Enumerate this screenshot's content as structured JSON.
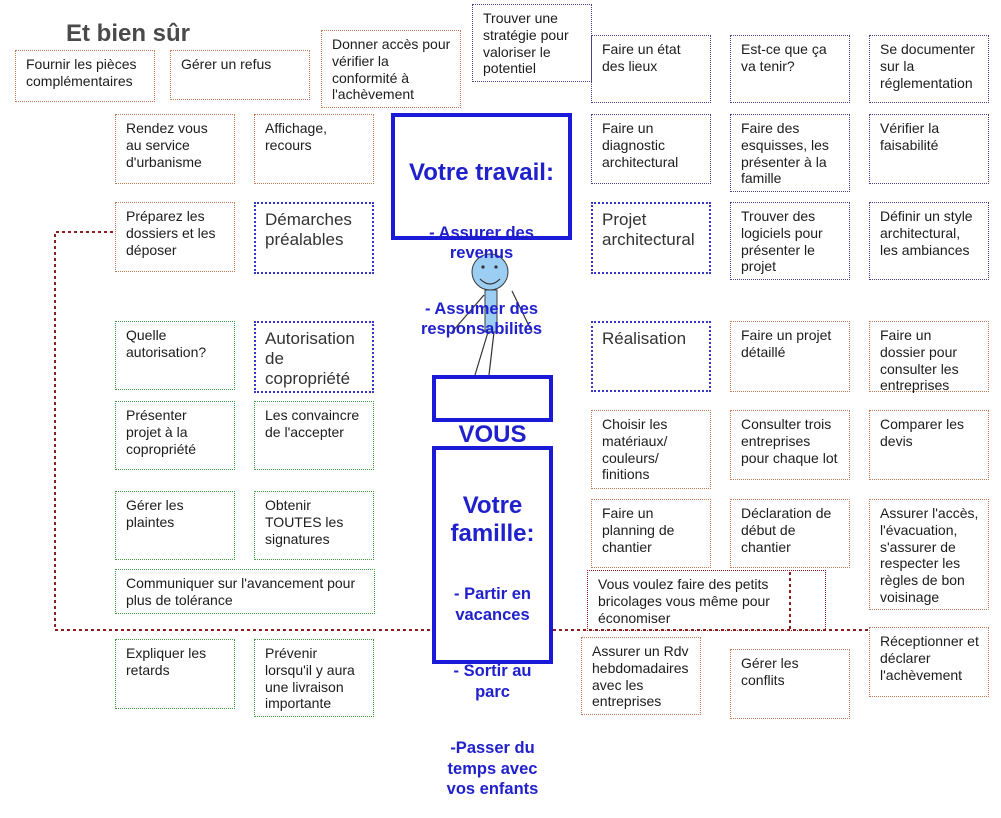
{
  "title": "Et bien sûr",
  "colors": {
    "brown": "#c47a55",
    "green": "#3c9c3c",
    "purple": "#4e3f8c",
    "section_blue": "#3535c8",
    "blue": "#1a1ad8",
    "text_blue": "#2020cc",
    "dark_red": "#8b1f1f",
    "figure_fill": "#9ccdf2",
    "title_gray": "#4a4a4a"
  },
  "center": {
    "work": {
      "heading": "Votre travail:",
      "items": [
        "- Assurer des\nrevenus",
        "- Assumer des\nresponsabilités"
      ]
    },
    "you": "VOUS",
    "family": {
      "heading": "Votre\nfamille:",
      "items": [
        "- Partir en\nvacances",
        "- Sortir au\nparc",
        "-Passer du\ntemps avec\nvos enfants"
      ]
    }
  },
  "demarches_prealables": {
    "label": "Démarches\npréalables",
    "tasks": {
      "fournir_pieces": "Fournir les pièces\ncomplémentaires",
      "gerer_refus": "Gérer un refus",
      "donner_acces": "Donner accès pour\nvérifier la\nconformité à\nl'achèvement",
      "rendez_vous_urbanisme": "Rendez vous\nau service\nd'urbanisme",
      "affichage_recours": "Affichage,\nrecours",
      "preparer_dossiers": "Préparez les\ndossiers et les\ndéposer"
    }
  },
  "autorisation_copropriete": {
    "label": "Autorisation\nde\ncopropriété",
    "tasks": {
      "quelle_autorisation": "Quelle\nautorisation?",
      "presenter_projet": "Présenter\nprojet à la\ncopropriété",
      "convaincre": "Les convaincre\nde l'accepter",
      "gerer_plaintes": "Gérer les\nplaintes",
      "obtenir_signatures": "Obtenir\nTOUTES les\nsignatures",
      "communiquer": "Communiquer sur l'avancement pour\nplus de tolérance",
      "expliquer_retards": "Expliquer les\nretards",
      "prevenir_livraison": "Prévenir\nlorsqu'il y aura\nune livraison\nimportante"
    }
  },
  "projet_architectural": {
    "label": "Projet\narchitectural",
    "tasks": {
      "trouver_strategie": "Trouver une\nstratégie pour\nvaloriser le\npotentiel",
      "etat_des_lieux": "Faire un état\ndes lieux",
      "va_tenir": "Est-ce que ça\nva tenir?",
      "documenter": "Se documenter\nsur la\nréglementation",
      "diagnostic": "Faire un\ndiagnostic\narchitectural",
      "esquisses": "Faire des\nesquisses, les\nprésenter à la\nfamille",
      "faisabilite": "Vérifier la\nfaisabilité",
      "logiciels": "Trouver des\nlogiciels pour\nprésenter le\nprojet",
      "style": "Définir un style\narchitectural,\nles ambiances"
    }
  },
  "realisation": {
    "label": "Réalisation",
    "tasks": {
      "projet_detaille": "Faire un projet\ndétaillé",
      "dossier_consultation": "Faire un\ndossier pour\nconsulter les\nentreprises",
      "materiaux": "Choisir les\nmatériaux/\ncouleurs/\nfinitions",
      "consulter_entreprises": "Consulter trois\nentreprises\npour chaque lot",
      "comparer_devis": "Comparer les\ndevis",
      "planning": "Faire un\nplanning de\nchantier",
      "declaration_debut": "Déclaration de\ndébut de\nchantier",
      "acces_voisinage": "Assurer l'accès,\nl'évacuation,\ns'assurer de\nrespecter les\nrègles de bon\nvoisinage",
      "rdv_hebdo": "Assurer un Rdv\nhebdomadaires\navec les\nentreprises",
      "conflits": "Gérer les\nconflits",
      "reception": "Réceptionner et\ndéclarer\nl'achèvement"
    }
  },
  "note": {
    "bricolages": "Vous voulez faire des petits\nbricolages vous même pour\néconomiser"
  }
}
